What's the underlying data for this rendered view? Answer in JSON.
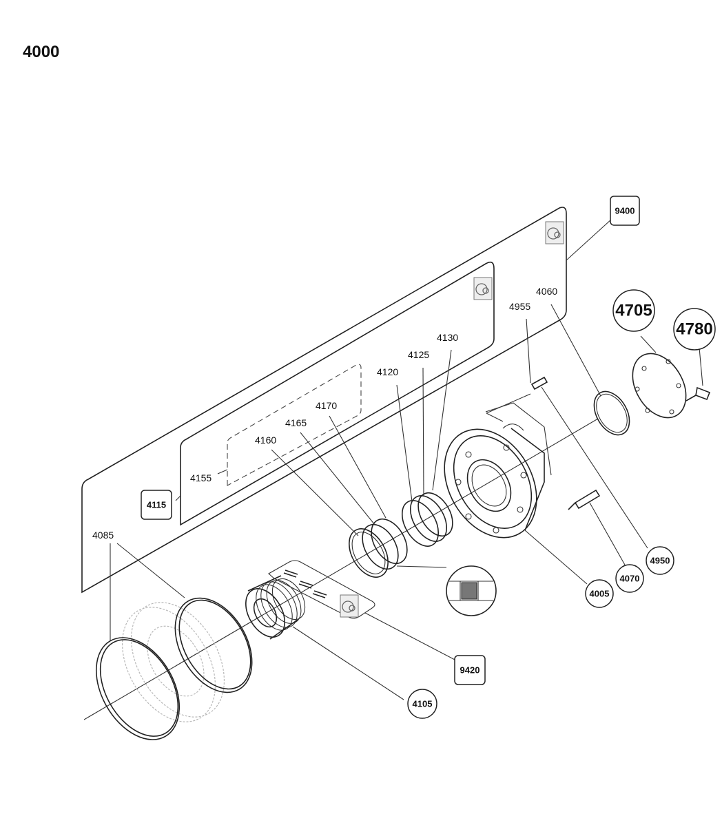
{
  "title": "4000",
  "labels": {
    "p4060": "4060",
    "p4955": "4955",
    "p4130": "4130",
    "p4125": "4125",
    "p4120": "4120",
    "p4170": "4170",
    "p4165": "4165",
    "p4160": "4160",
    "p4155": "4155",
    "p4085": "4085"
  },
  "boxed_callouts": {
    "b9400": "9400",
    "b4115": "4115",
    "b9420": "9420"
  },
  "circled_callouts": {
    "c4705": "4705",
    "c4780": "4780",
    "c4950": "4950",
    "c4070": "4070",
    "c4005": "4005",
    "c4105": "4105"
  }
}
